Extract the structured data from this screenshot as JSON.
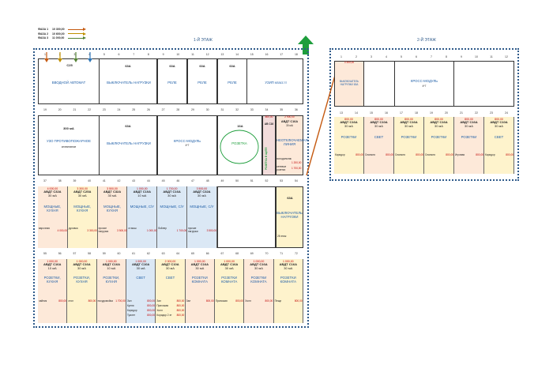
{
  "legend": [
    {
      "label": "ФАЗА 1",
      "value": "10 300,00",
      "color": "#c55a11"
    },
    {
      "label": "ФАЗА 2",
      "value": "10 600,00",
      "color": "#bf9000"
    },
    {
      "label": "ФАЗА 3",
      "value": "11 000,00",
      "color": "#548235"
    }
  ],
  "floor1_title": "1-Й ЭТАЖ",
  "floor2_title": "2-Й ЭТАЖ",
  "row1": {
    "nums": [
      "1",
      "2",
      "3",
      "4",
      "5",
      "6",
      "7",
      "8",
      "9",
      "10",
      "11",
      "12",
      "13",
      "14",
      "15",
      "16",
      "17",
      "18"
    ],
    "c25": "C25",
    "vvod": "ВВОДНОЙ АВТОМАТ",
    "load_amp": "63А",
    "load": "ВЫКЛЮЧАТЕЛЬ НАГРУЗКИ",
    "rele1_amp": "63А",
    "rele1": "РЕЛЕ",
    "rele2_amp": "63А",
    "rele2": "РЕЛЕ",
    "rele3_amp": "63А",
    "rele3": "РЕЛЕ",
    "uzip": "УЗИП класс II"
  },
  "row2": {
    "nums": [
      "19",
      "20",
      "21",
      "22",
      "23",
      "24",
      "25",
      "26",
      "27",
      "28",
      "29",
      "30",
      "31",
      "32",
      "33",
      "34",
      "35",
      "36"
    ],
    "uzo_amp": "300 мА",
    "uzo": "УЗО ПРОТИВОПОЖАРНОЕ",
    "uzo_sub": "селективное",
    "load_amp": "63А",
    "load": "ВЫКЛЮЧАТЕЛЬ НАГРУЗКИ",
    "cross": "КРОСС-МОДУЛЬ",
    "cross_sub": "4*7",
    "socket_amp": "16А",
    "socket": "РОЗЕТКА",
    "ab_val": "800,00",
    "ab_title": "АВ С16",
    "ab_label": "РОЗЕТКА В ЩИТЕ",
    "neotk_val": "2 900,00",
    "neotk_title": "АВДТ С16А",
    "neotk_ma": "30 мА",
    "neotk": "НЕОТКЛЮЧАЕМАЯ ЛИНИЯ",
    "neotk_n1": "холодильник",
    "neotk_n2": "сетевые розетки",
    "neotk_v1": "1 200,00",
    "neotk_v2": "1 700,00"
  },
  "row3": {
    "nums": [
      "37",
      "38",
      "39",
      "40",
      "41",
      "42",
      "43",
      "44",
      "45",
      "46",
      "47",
      "48",
      "49",
      "50",
      "51",
      "52",
      "53",
      "54"
    ],
    "cells": [
      {
        "val": "4 000,00",
        "title": "АВДТ С32А",
        "ma": "30 мА",
        "label": "МОЩНЫЕ, КУХНЯ",
        "note": "варочная",
        "nval": "4 000,00",
        "bg": "#fde9d9"
      },
      {
        "val": "3 300,00",
        "title": "АВДТ С25А",
        "ma": "30 мА",
        "label": "МОЩНЫЕ, КУХНЯ",
        "note": "духовка",
        "nval": "3 300,00",
        "bg": "#fef3cc"
      },
      {
        "val": "3 500,00",
        "title": "АВДТ С32А",
        "ma": "30 мА",
        "label": "МОЩНЫЕ, КУХНЯ",
        "note": "прочие нагрузки",
        "nval": "3 500,00",
        "bg": "#fde9d9"
      },
      {
        "val": "1 000,00",
        "title": "АВДТ С10А",
        "ma": "10 мА",
        "label": "МОЩНЫЕ, С/У",
        "note": "ст.маш",
        "nval": "1 000,00",
        "bg": "#dbe8f5"
      },
      {
        "val": "1 700,00",
        "title": "АВДТ С16А",
        "ma": "30 мА",
        "label": "МОЩНЫЕ, С/У",
        "note": "бойлер",
        "nval": "1 700,00",
        "bg": "#dbe8f5"
      },
      {
        "val": "3 500,00",
        "title": "АВДТ С32А",
        "ma": "30 мА",
        "label": "МОЩНЫЕ, С/У",
        "note": "прочие нагрузки",
        "nval": "3 500,00",
        "bg": "#dbe8f5"
      }
    ],
    "load_amp": "63А",
    "load": "ВЫКЛЮЧАТЕЛЬ НАГРУЗКИ",
    "load_note": "2й этаж"
  },
  "row4": {
    "nums": [
      "55",
      "56",
      "57",
      "58",
      "59",
      "60",
      "61",
      "62",
      "63",
      "64",
      "65",
      "66",
      "67",
      "68",
      "69",
      "70",
      "71",
      "72"
    ],
    "cells": [
      {
        "val": "1 000,00",
        "title": "АВДТ С16А",
        "ma": "10 мА",
        "label": "РОЗЕТКИ, КУХНЯ",
        "notes": [
          [
            "чайник",
            "800,00"
          ]
        ],
        "bg": "#fde9d9"
      },
      {
        "val": "1 000,00",
        "title": "АВДТ С16А",
        "ma": "30 мА",
        "label": "РОЗЕТКИ, КУХНЯ",
        "notes": [
          [
            "стол",
            "800,00"
          ]
        ],
        "bg": "#fef3cc"
      },
      {
        "val": "1 000,00",
        "title": "АВДТ С16А",
        "ma": "10 мА",
        "label": "РОЗЕТКИ, КУХНЯ",
        "notes": [
          [
            "посудомойка",
            "1 700,00"
          ]
        ],
        "bg": "#fde9d9"
      },
      {
        "val": "1 000,00",
        "title": "АВДТ С10А",
        "ma": "30 мА",
        "label": "СВЕТ",
        "notes": [
          [
            "Зал",
            "800,00"
          ],
          [
            "Кухня",
            "800,00"
          ],
          [
            "Коридор",
            "800,00"
          ],
          [
            "Туалет",
            "800,00"
          ]
        ],
        "bg": "#dbe8f5"
      },
      {
        "val": "2 000,00",
        "title": "АВДТ С10А",
        "ma": "30 мА",
        "label": "СВЕТ",
        "notes": [
          [
            "Зал",
            "800,00"
          ],
          [
            "Прихожая",
            "800,00"
          ],
          [
            "Холл",
            "800,00"
          ],
          [
            "Коридор 2 эт",
            "800,00"
          ]
        ],
        "bg": "#fef3cc"
      },
      {
        "val": "1 000,00",
        "title": "АВДТ С16А",
        "ma": "30 мА",
        "label": "РОЗЕТКИ КОМНАТА",
        "notes": [
          [
            "Зал",
            "800,00"
          ]
        ],
        "bg": "#fde9d9"
      },
      {
        "val": "1 000,00",
        "title": "АВДТ С16А",
        "ma": "30 мА",
        "label": "РОЗЕТКИ КОМНАТА",
        "notes": [
          [
            "Прихожая",
            "800,00"
          ]
        ],
        "bg": "#fef3cc"
      },
      {
        "val": "1 000,00",
        "title": "АВДТ С16А",
        "ma": "30 мА",
        "label": "РОЗЕТКИ КОМНАТА",
        "notes": [
          [
            "Холл",
            "800,00"
          ]
        ],
        "bg": "#fde9d9"
      },
      {
        "val": "1 000,00",
        "title": "АВДТ С16А",
        "ma": "30 мА",
        "label": "РОЗЕТКИ КОМНАТА",
        "notes": [
          [
            "Пещи",
            "800,00"
          ]
        ],
        "bg": "#fef3cc"
      }
    ]
  },
  "floor2": {
    "row1_nums": [
      "1",
      "2",
      "3",
      "4",
      "5",
      "6",
      "7",
      "8",
      "9",
      "10",
      "11",
      "12"
    ],
    "load_val": "3 300,00",
    "load": "ВЫКЛЮЧАТЕЛЬ НАГРУЗКИ 63А",
    "cross": "КРОСС-МОДУЛЬ",
    "cross_sub": "4*7",
    "row2_nums": [
      "13",
      "14",
      "15",
      "16",
      "17",
      "18",
      "19",
      "20",
      "21",
      "22",
      "23",
      "24"
    ],
    "cells": [
      {
        "val": "800,00",
        "title": "АВДТ С16А",
        "ma": "30 мА",
        "label": "РОЗЕТКИ",
        "note": "Коридор",
        "nval": "800,00",
        "bg": "#fef3cc"
      },
      {
        "val": "800,00",
        "title": "АВДТ С10А",
        "ma": "30 мА",
        "label": "СВЕТ",
        "note": "Спальня",
        "nval": "800,00",
        "bg": "#fde9d9"
      },
      {
        "val": "800,00",
        "title": "АВДТ С16А",
        "ma": "30 мА",
        "label": "РОЗЕТКИ",
        "note": "Спальня",
        "nval": "800,00",
        "bg": "#fef3cc"
      },
      {
        "val": "800,00",
        "title": "АВДТ С16А",
        "ma": "30 мА",
        "label": "РОЗЕТКИ",
        "note": "Спальня",
        "nval": "800,00",
        "bg": "#fef3cc"
      },
      {
        "val": "800,00",
        "title": "АВДТ С16А",
        "ma": "30 мА",
        "label": "РОЗЕТКИ",
        "note": "Игровая",
        "nval": "800,00",
        "bg": "#fde9d9"
      },
      {
        "val": "800,00",
        "title": "АВДТ С10А",
        "ma": "30 мА",
        "label": "СВЕТ",
        "note": "Коридор",
        "nval": "800,00",
        "bg": "#fef3cc"
      }
    ]
  }
}
